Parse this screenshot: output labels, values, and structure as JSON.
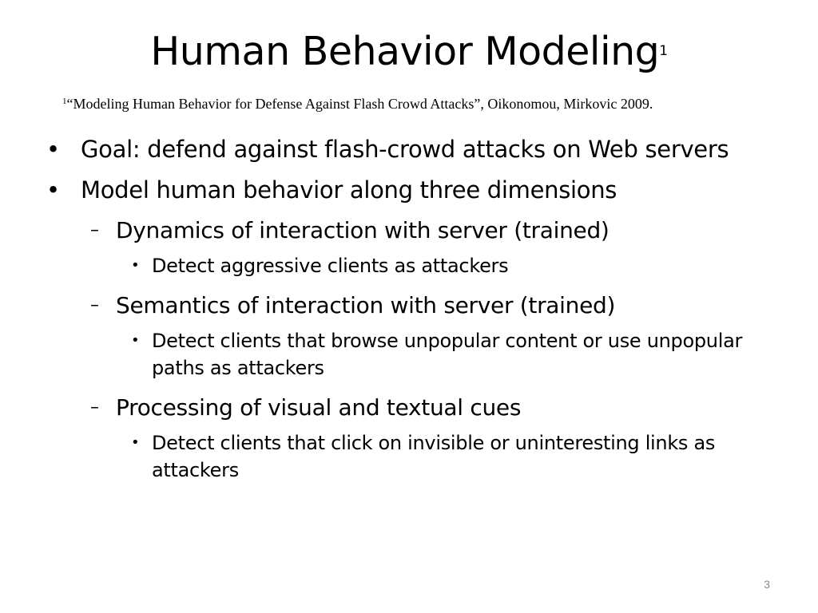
{
  "slide": {
    "title": "Human Behavior Modeling",
    "title_footnote_mark": "1",
    "citation_mark": "1",
    "citation": "“Modeling Human Behavior for Defense Against Flash Crowd Attacks”, Oikonomou, Mirkovic 2009.",
    "bullets": [
      "Goal: defend against flash-crowd attacks on Web servers",
      "Model human behavior along three dimensions"
    ],
    "sub_bullets": [
      "Dynamics of interaction with server (trained)",
      "Semantics of interaction with server (trained)",
      "Processing of visual and textual cues"
    ],
    "sub_sub_bullets": [
      "Detect aggressive clients as attackers",
      "Detect clients that browse unpopular content or use unpopular paths as attackers",
      "Detect clients that click on invisible or uninteresting links as attackers"
    ],
    "page_number": "3"
  },
  "markers": {
    "bullet": "•",
    "dash": "–",
    "small_bullet": "•"
  }
}
